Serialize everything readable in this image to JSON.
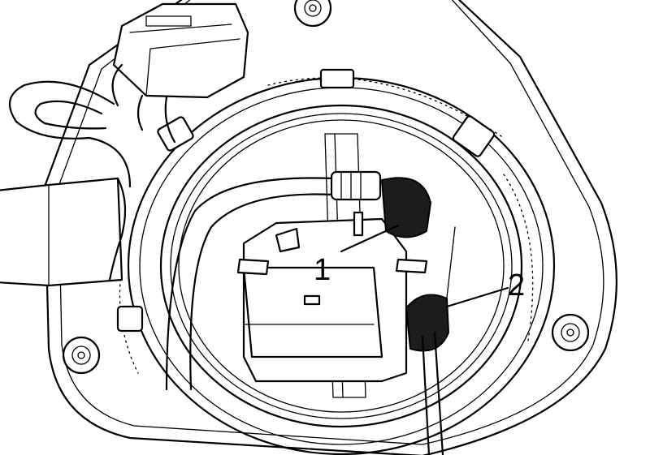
{
  "callouts": [
    {
      "id": "1",
      "label": "1"
    },
    {
      "id": "2",
      "label": "2"
    }
  ],
  "colors": {
    "line": "#000000",
    "background": "#ffffff",
    "hose_end": "#1c1c1c"
  }
}
